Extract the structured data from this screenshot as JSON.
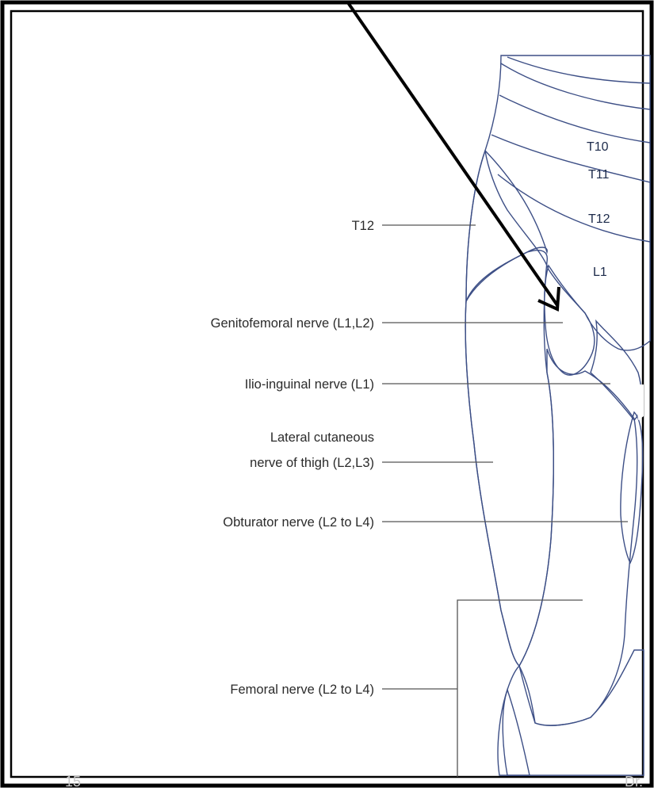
{
  "labels": {
    "t12_left": "T12",
    "genitofemoral": "Genitofemoral nerve (L1,L2)",
    "ilio_inguinal": "Ilio-inguinal nerve (L1)",
    "lateral_cutaneous_1": "Lateral cutaneous",
    "lateral_cutaneous_2": "nerve of thigh (L2,L3)",
    "obturator": "Obturator nerve (L2 to L4)",
    "femoral": "Femoral nerve (L2 to L4)"
  },
  "segments": {
    "t10": "T10",
    "t11": "T11",
    "t12": "T12",
    "l1": "L1"
  },
  "footer": {
    "page_number": "15",
    "author_fragment": "Dr."
  },
  "colors": {
    "trunk_blue": "#a7c9ee",
    "t12_lilac": "#e6d4ee",
    "lateral_red": "#ec8b72",
    "genitofemoral_green": "#9fd39a",
    "ilio_inguinal_purple": "#c9a6d6",
    "femoral_yellow": "#fde48a",
    "lower_cream": "#fbe6a8",
    "frame": "#000000"
  }
}
